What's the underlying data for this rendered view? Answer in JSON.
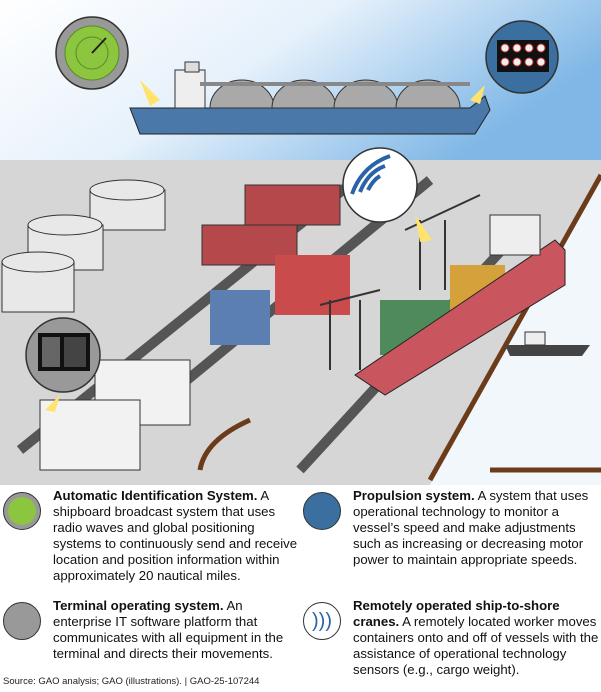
{
  "legend": [
    {
      "icon": "radar-icon",
      "title": "Automatic Identification System.",
      "text": " A shipboard broadcast system that uses radio waves and global positioning systems to continuously send and receive location and position information within approximately 20 nautical miles."
    },
    {
      "icon": "propulsion-monitor-icon",
      "title": "Propulsion system.",
      "text": " A system that uses operational technology to monitor a vessel’s speed and make adjustments such as increasing or decreasing motor power to maintain appropriate speeds."
    },
    {
      "icon": "terminal-monitor-icon",
      "title": "Terminal operating system.",
      "text": " An enterprise IT software platform that communicates with all equipment in the terminal and directs their movements."
    },
    {
      "icon": "wireless-signal-icon",
      "title": "Remotely operated ship-to-shore cranes.",
      "text": " A remotely located worker moves containers onto and off of vessels with the assistance of operational technology sensors (e.g., cargo weight)."
    }
  ],
  "source": "Source: GAO analysis; GAO (illustrations).  |  GAO-25-107244",
  "colors": {
    "sky": "#7fb7e6",
    "ground": "#d9d9d9",
    "ship_hull": "#c9555e",
    "building": "#b5484a",
    "radar": "#8cc63f",
    "signal": "#2a63a8"
  }
}
